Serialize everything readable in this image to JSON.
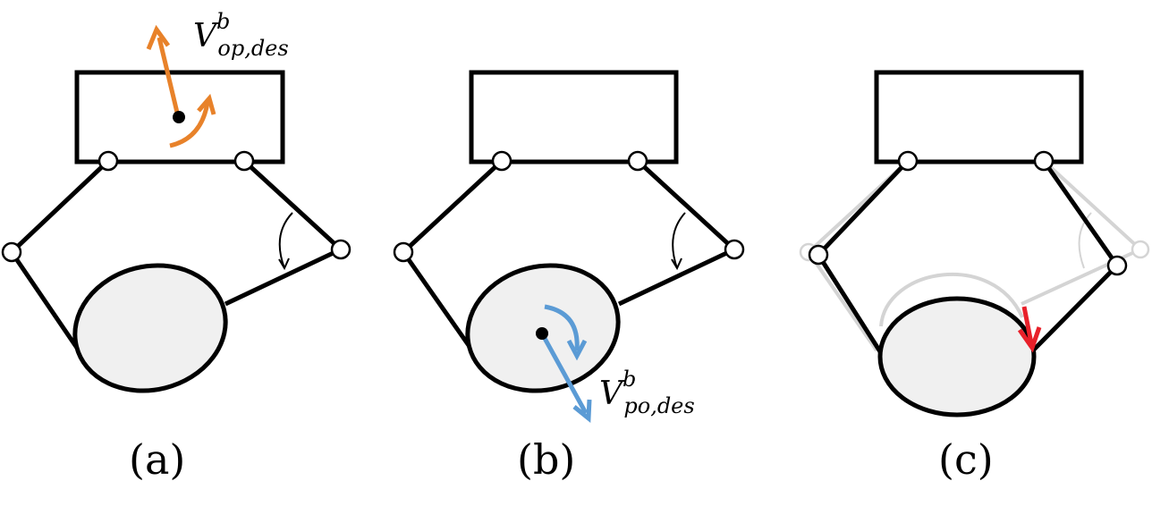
{
  "figure": {
    "panels": [
      {
        "id": "a",
        "label": "(a)"
      },
      {
        "id": "b",
        "label": "(b)"
      },
      {
        "id": "c",
        "label": "(c)"
      }
    ],
    "annotations": {
      "a": {
        "symbol": "V",
        "superscript": "b",
        "subscript": "op,des"
      },
      "b": {
        "symbol": "V",
        "superscript": "b",
        "subscript": "po,des"
      }
    },
    "colors": {
      "line": "#000000",
      "object_fill": "#f0f0f0",
      "velocity_a": "#e8822a",
      "velocity_b": "#5b9bd5",
      "ghost": "#d0d0d0",
      "slip_arrow": "#e8202a"
    }
  }
}
